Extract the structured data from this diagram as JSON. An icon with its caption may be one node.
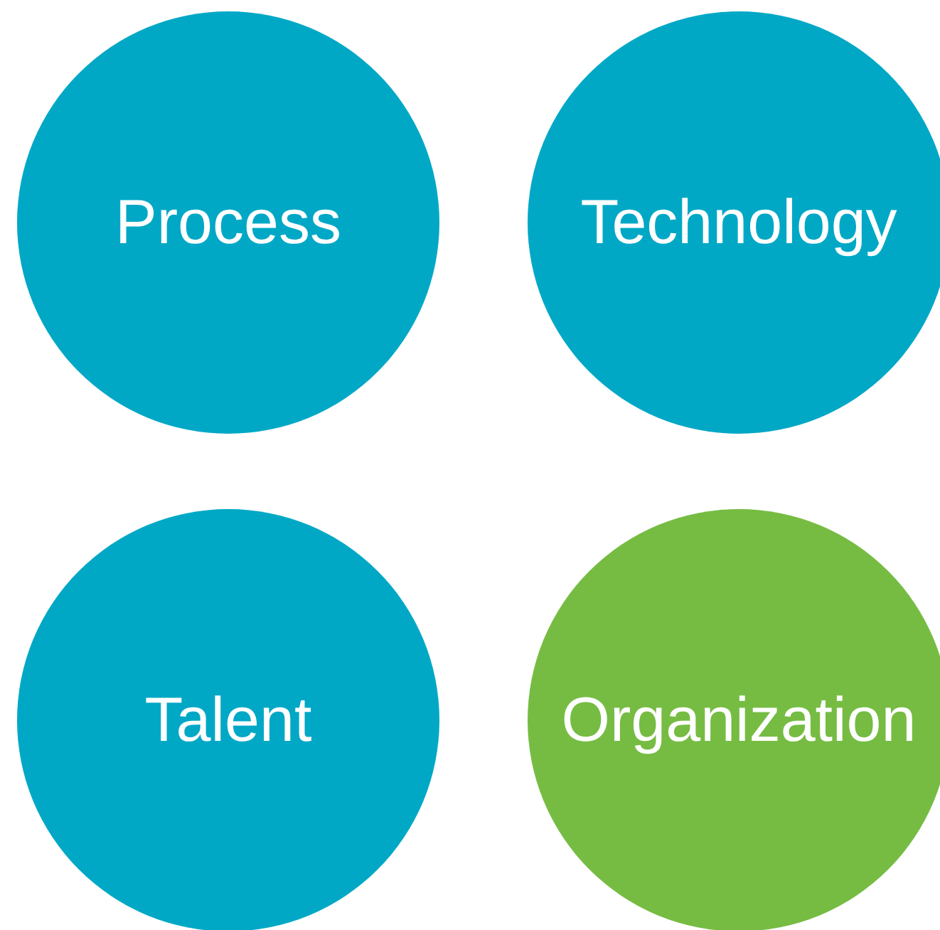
{
  "diagram": {
    "nodes": [
      {
        "text": [
          "Process"
        ]
      },
      {
        "text": [
          "Technology"
        ]
      },
      {
        "text": [
          "Talent"
        ]
      },
      {
        "text": [
          "Organization"
        ]
      }
    ]
  }
}
